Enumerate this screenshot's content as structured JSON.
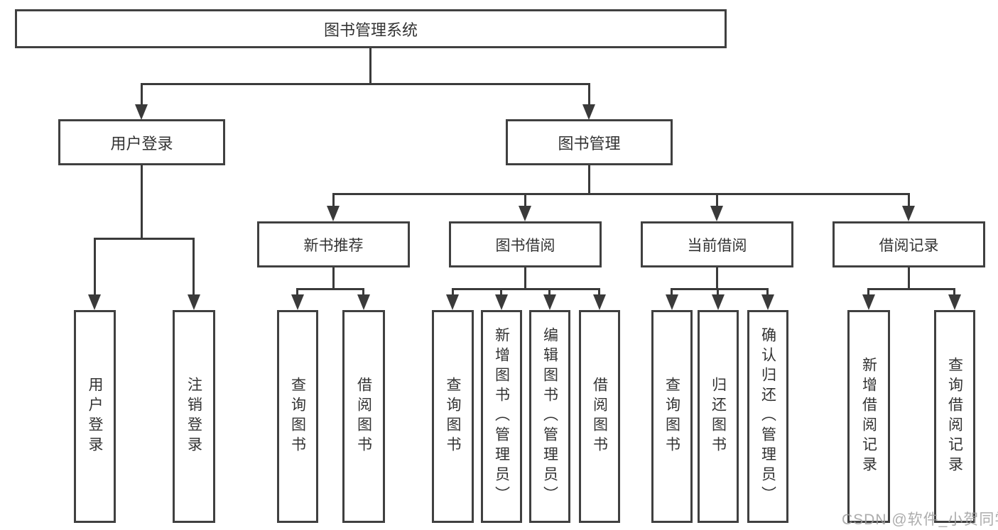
{
  "diagram": {
    "type": "hierarchy-tree",
    "root": {
      "label": "图书管理系统"
    },
    "level2": [
      {
        "label": "用户登录"
      },
      {
        "label": "图书管理"
      }
    ],
    "level3": [
      {
        "label": "新书推荐",
        "parent": "图书管理"
      },
      {
        "label": "图书借阅",
        "parent": "图书管理"
      },
      {
        "label": "当前借阅",
        "parent": "图书管理"
      },
      {
        "label": "借阅记录",
        "parent": "图书管理"
      }
    ],
    "leaves": [
      {
        "label": "用户登录",
        "parent": "用户登录"
      },
      {
        "label": "注销登录",
        "parent": "用户登录"
      },
      {
        "label": "查询图书",
        "parent": "新书推荐"
      },
      {
        "label": "借阅图书",
        "parent": "新书推荐"
      },
      {
        "label": "查询图书",
        "parent": "图书借阅"
      },
      {
        "label": "新增图书（管理员）",
        "parent": "图书借阅"
      },
      {
        "label": "编辑图书（管理员）",
        "parent": "图书借阅"
      },
      {
        "label": "借阅图书",
        "parent": "图书借阅"
      },
      {
        "label": "查询图书",
        "parent": "当前借阅"
      },
      {
        "label": "归还图书",
        "parent": "当前借阅"
      },
      {
        "label": "确认归还（管理员）",
        "parent": "当前借阅"
      },
      {
        "label": "新增借阅记录",
        "parent": "借阅记录"
      },
      {
        "label": "查询借阅记录",
        "parent": "借阅记录"
      }
    ]
  },
  "watermark": "CSDN @软件_小贺同学",
  "colors": {
    "background": "#ffffff",
    "box_border": "#404040",
    "line": "#3a3a3a",
    "text": "#333333",
    "watermark": "#9e9e9e"
  }
}
